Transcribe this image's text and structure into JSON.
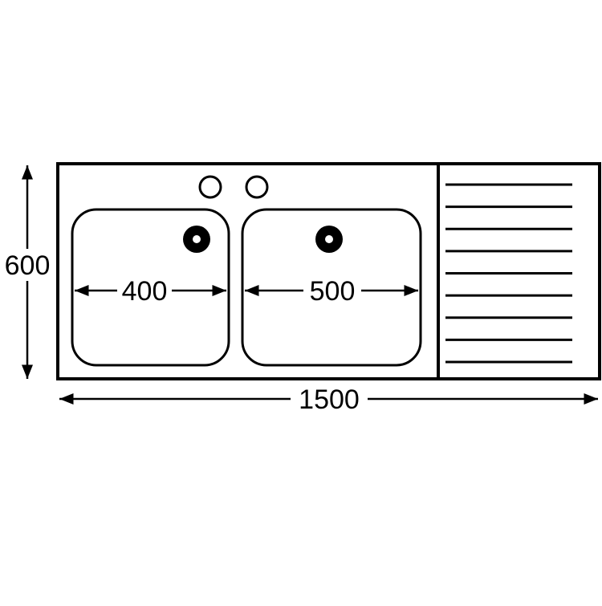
{
  "dimensions": {
    "total_width": "1500",
    "depth": "600",
    "bowl_left_width": "400",
    "bowl_right_width": "500"
  },
  "drainer": {
    "groove_count": 9
  },
  "colors": {
    "line": "#000000",
    "background": "#ffffff"
  }
}
